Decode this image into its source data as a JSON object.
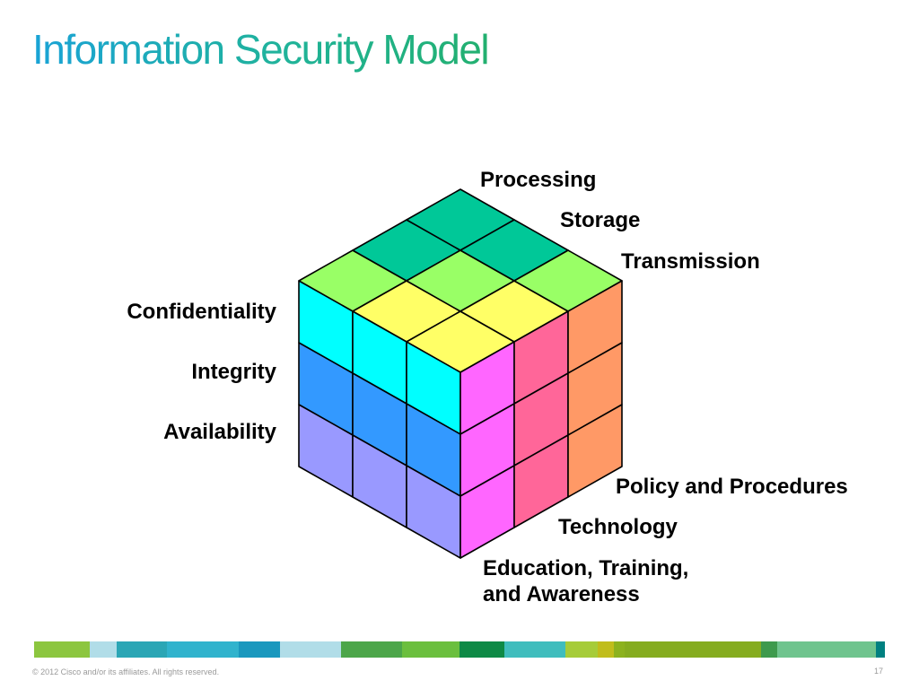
{
  "slide": {
    "title": "Information Security Model",
    "copyright": "© 2012 Cisco and/or its affiliates. All rights reserved.",
    "page_number": "17"
  },
  "top_axis": [
    "Processing",
    "Storage",
    "Transmission"
  ],
  "left_axis": [
    "Confidentiality",
    "Integrity",
    "Availability"
  ],
  "side_axis": [
    "Policy and Procedures",
    "Technology",
    "Education, Training,",
    "and Awareness"
  ],
  "colors": {
    "top_rows": [
      "#00c898",
      "#99ff66",
      "#ffff66"
    ],
    "front_rows": [
      "#00ffff",
      "#3399ff",
      "#9999ff"
    ],
    "right_cols": [
      "#ff66ff",
      "#ff6699",
      "#ff9966"
    ],
    "title_gradient": [
      "#1aa3d6",
      "#22b06f"
    ]
  },
  "footer_colors": [
    "#8cc63f",
    "#b1dde8",
    "#2ba6b5",
    "#30b3cd",
    "#1a98be",
    "#b1dde8",
    "#4ca64a",
    "#6bbf3e",
    "#0e8a46",
    "#3fbdbd",
    "#a6cc39",
    "#c0bd1c",
    "#8cb21e",
    "#85ac1f",
    "#3e9a4d",
    "#6fc48e",
    "#008080"
  ]
}
